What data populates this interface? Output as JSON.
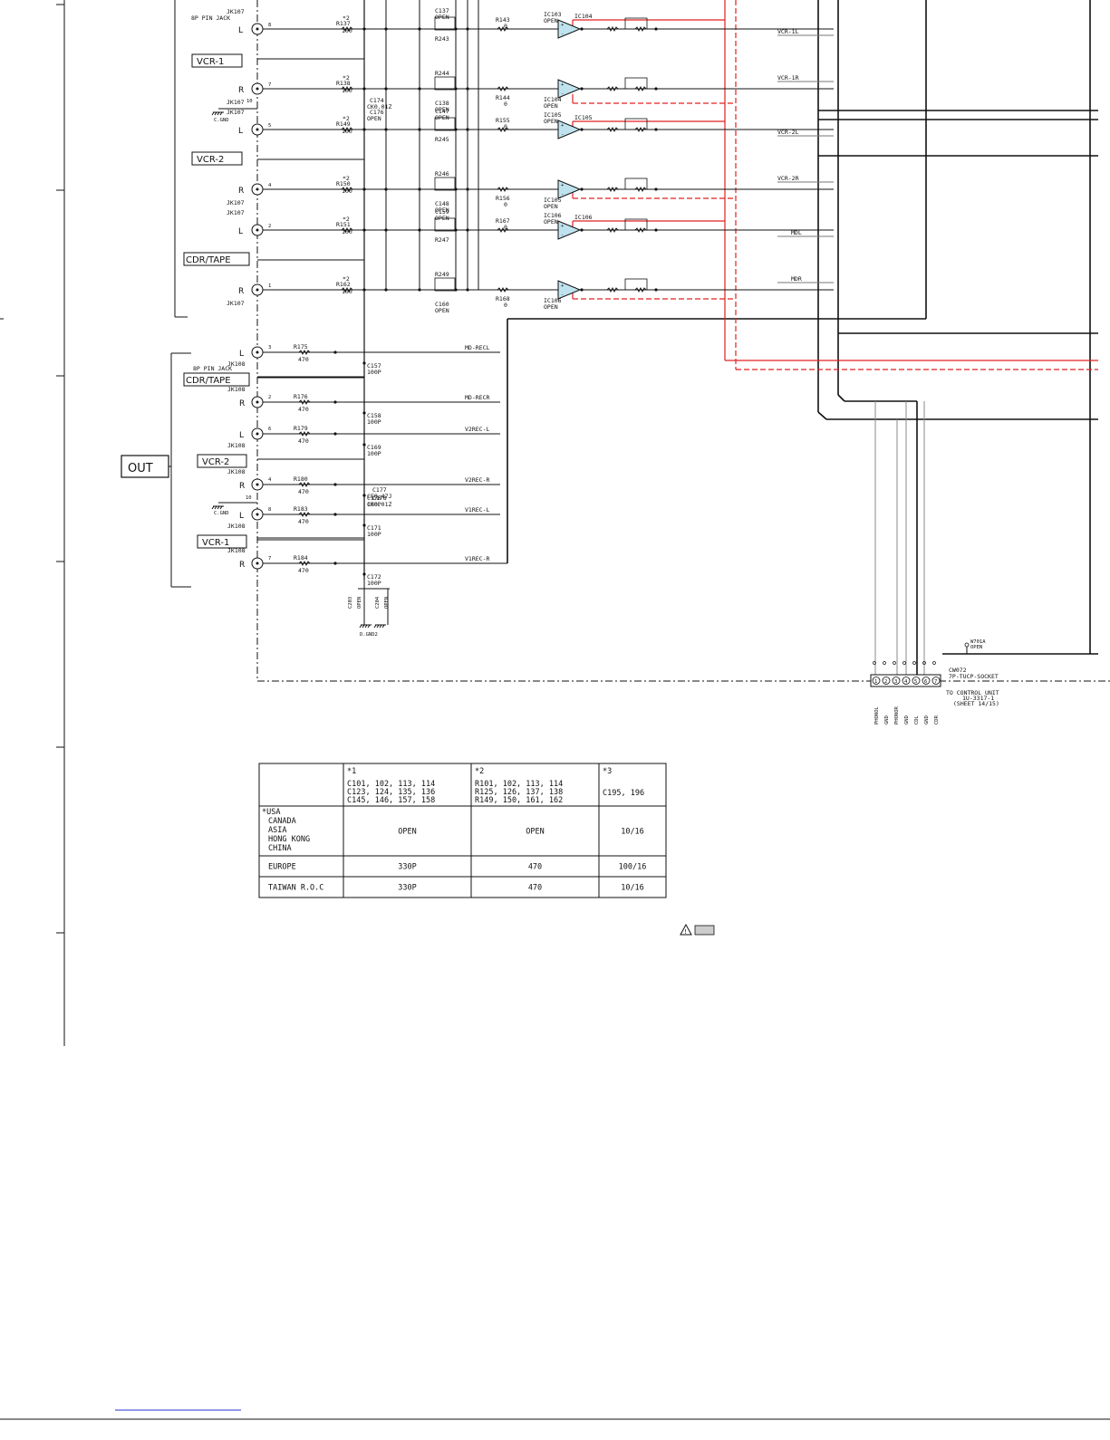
{
  "inputs": {
    "jacks": [
      {
        "jack": "JK107",
        "sub": "8P PIN JACK",
        "ch": "L",
        "pin": "8",
        "res": "R137",
        "res_val": "100",
        "star": "*2"
      },
      {
        "jack": "JK107",
        "sub": "",
        "ch": "R",
        "pin": "7",
        "res": "R138",
        "res_val": "100",
        "star": "*2"
      },
      {
        "jack": "JK107",
        "sub": "",
        "ch": "L",
        "pin": "5",
        "res": "R149",
        "res_val": "100",
        "star": "*2"
      },
      {
        "jack": "JK107",
        "sub": "",
        "ch": "R",
        "pin": "4",
        "res": "R150",
        "res_val": "100",
        "star": "*2"
      },
      {
        "jack": "JK107",
        "sub": "",
        "ch": "L",
        "pin": "2",
        "res": "R151",
        "res_val": "100",
        "star": "*2"
      },
      {
        "jack": "JK107",
        "sub": "",
        "ch": "R",
        "pin": "1",
        "res": "R162",
        "res_val": "100",
        "star": "*2"
      }
    ],
    "groups": [
      "VCR-1",
      "VCR-2",
      "CDR/TAPE"
    ],
    "ground_pin": "10",
    "ground_label": "C.GND",
    "caps": [
      {
        "ref": "C174",
        "val": "CK0.01Z"
      },
      {
        "ref": "C176",
        "val": "OPEN"
      }
    ]
  },
  "stages": [
    {
      "ic": "IC103",
      "ic_val": "OPEN",
      "cap_top": "C137",
      "res_mid": "R243",
      "res_in": "R143",
      "res_in_val": "0",
      "out": "VCR-1L"
    },
    {
      "ic": "IC104",
      "ic_val": "OPEN",
      "cap_top": "C138",
      "res_mid": "R244",
      "res_in": "R144",
      "res_in_val": "0",
      "out": "VCR-1R"
    },
    {
      "ic": "IC105",
      "ic_val": "OPEN",
      "cap_top": "C147",
      "res_mid": "R245",
      "res_in": "R155",
      "res_in_val": "0",
      "out": "VCR-2L"
    },
    {
      "ic": "IC105",
      "ic_val": "OPEN",
      "cap_top": "C148",
      "res_mid": "R246",
      "res_in": "R156",
      "res_in_val": "0",
      "out": "VCR-2R"
    },
    {
      "ic": "IC106",
      "ic_val": "OPEN",
      "cap_top": "C159",
      "res_mid": "R247",
      "res_in": "R167",
      "res_in_val": "0",
      "out": "MDL"
    },
    {
      "ic": "IC106",
      "ic_val": "OPEN",
      "cap_top": "C160",
      "res_mid": "R249",
      "res_in": "R168",
      "res_in_val": "0",
      "out": "MDR"
    }
  ],
  "stage_labels": {
    "ic104_top": "IC104",
    "ic105_top": "IC105",
    "ic106_top": "IC106",
    "open": "OPEN"
  },
  "outputs": {
    "box": "OUT",
    "jack_sub": "8P PIN JACK",
    "groups": [
      "CDR/TAPE",
      "VCR-2",
      "VCR-1"
    ],
    "rows": [
      {
        "jack": "JK108",
        "ch": "L",
        "pin": "3",
        "res": "R175",
        "res_val": "470",
        "cap": "C157",
        "cap_val": "100P",
        "sig": "MD-RECL"
      },
      {
        "jack": "JK108",
        "ch": "R",
        "pin": "2",
        "res": "R176",
        "res_val": "470",
        "cap": "C158",
        "cap_val": "100P",
        "sig": "MD-RECR"
      },
      {
        "jack": "JK108",
        "ch": "L",
        "pin": "6",
        "res": "R179",
        "res_val": "470",
        "cap": "C169",
        "cap_val": "100P",
        "sig": "V2REC-L"
      },
      {
        "jack": "JK108",
        "ch": "R",
        "pin": "4",
        "res": "R180",
        "res_val": "470",
        "cap": "C170",
        "cap_val": "100P",
        "sig": "V2REC-R"
      },
      {
        "jack": "JK108",
        "ch": "L",
        "pin": "8",
        "res": "R183",
        "res_val": "470",
        "cap": "C171",
        "cap_val": "100P",
        "sig": "V1REC-L"
      },
      {
        "jack": "JK108",
        "ch": "R",
        "pin": "7",
        "res": "R184",
        "res_val": "470",
        "cap": "C172",
        "cap_val": "100P",
        "sig": "V1REC-R"
      }
    ],
    "caps_mid": [
      {
        "ref": "C177",
        "val": "CF0.47J"
      },
      {
        "ref": "C178",
        "val": "CK0.01Z"
      }
    ],
    "ground_pin": "10",
    "ground_label": "C.GND",
    "bottom_caps": [
      "C203",
      "C204"
    ],
    "bottom_cap_val": "OPEN",
    "bottom_gnd": "D.GND2"
  },
  "connector": {
    "ref": "CW072",
    "type": "7P-TUCP-SOCKET",
    "to": "TO CONTROL UNIT",
    "part": "1U-3317-1",
    "sheet": "(SHEET 14/15)",
    "pins": [
      "1",
      "2",
      "3",
      "4",
      "5",
      "6",
      "7"
    ],
    "pin_names": [
      "PHONOL",
      "GND",
      "PHONOR",
      "GND",
      "CDL",
      "GND",
      "CDR"
    ],
    "jumper": "W701A",
    "jumper_val": "OPEN"
  },
  "table": {
    "headers": [
      {
        "mark": "",
        "list": []
      },
      {
        "mark": "*1",
        "list": [
          "C101, 102, 113, 114",
          "C123, 124, 135, 136",
          "C145, 146, 157, 158"
        ]
      },
      {
        "mark": "*2",
        "list": [
          "R101, 102, 113, 114",
          "R125, 126, 137, 138",
          "R149, 150, 161, 162"
        ]
      },
      {
        "mark": "*3",
        "list": [
          "C195, 196"
        ]
      }
    ],
    "rows": [
      {
        "region": [
          "*USA",
          "CANADA",
          "ASIA",
          "HONG KONG",
          "CHINA"
        ],
        "c1": "OPEN",
        "c2": "OPEN",
        "c3": "10/16"
      },
      {
        "region": [
          "EUROPE"
        ],
        "c1": "330P",
        "c2": "470",
        "c3": "100/16"
      },
      {
        "region": [
          "TAIWAN R.O.C"
        ],
        "c1": "330P",
        "c2": "470",
        "c3": "10/16"
      }
    ]
  },
  "colors": {
    "line": "#111111",
    "highlight": "#e02020",
    "opamp_fill": "#bfe3ee",
    "legend_box": "#cccccc",
    "link": "#2233cc"
  },
  "legend": {
    "icon": "warning-triangle-icon",
    "mark": "!"
  }
}
